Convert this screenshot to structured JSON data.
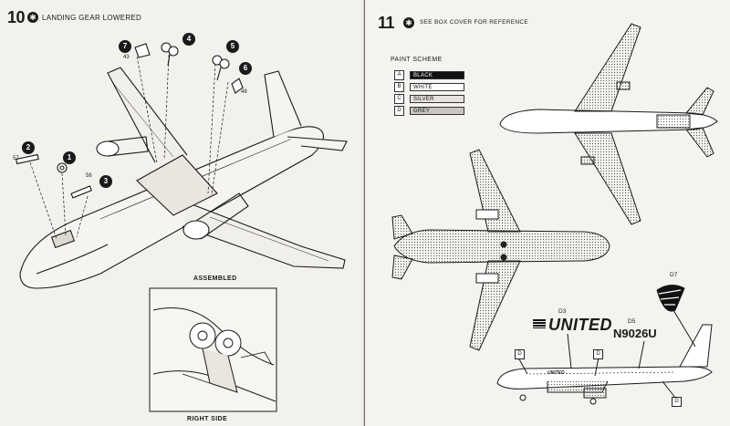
{
  "left_page": {
    "step_number": "10",
    "step_title": "LANDING GEAR LOWERED",
    "assembled_caption": "ASSEMBLED",
    "right_side_caption": "RIGHT SIDE",
    "callouts": [
      "1",
      "2",
      "3",
      "4",
      "5",
      "6",
      "7"
    ],
    "part_numbers": [
      "57",
      "56",
      "43",
      "48"
    ]
  },
  "right_page": {
    "step_number": "11",
    "reference_text": "SEE BOX COVER FOR REFERENCE",
    "paint_scheme": {
      "title": "PAINT SCHEME",
      "rows": [
        {
          "letter": "A",
          "name": "BLACK",
          "color": "#111111",
          "text_color": "#ffffff"
        },
        {
          "letter": "B",
          "name": "WHITE",
          "color": "#ffffff",
          "text_color": "#111111"
        },
        {
          "letter": "C",
          "name": "SILVER",
          "color": "#e6e3de",
          "text_color": "#111111"
        },
        {
          "letter": "D",
          "name": "GREY",
          "color": "#c9c6c1",
          "text_color": "#111111"
        }
      ]
    },
    "decals": {
      "d3_label": "D3",
      "d5_label": "D5",
      "d7_label": "D7",
      "brand_text": "UNITED",
      "registration": "N9026U",
      "fuselage_brand": "UNITED",
      "d_marker": "D"
    }
  }
}
